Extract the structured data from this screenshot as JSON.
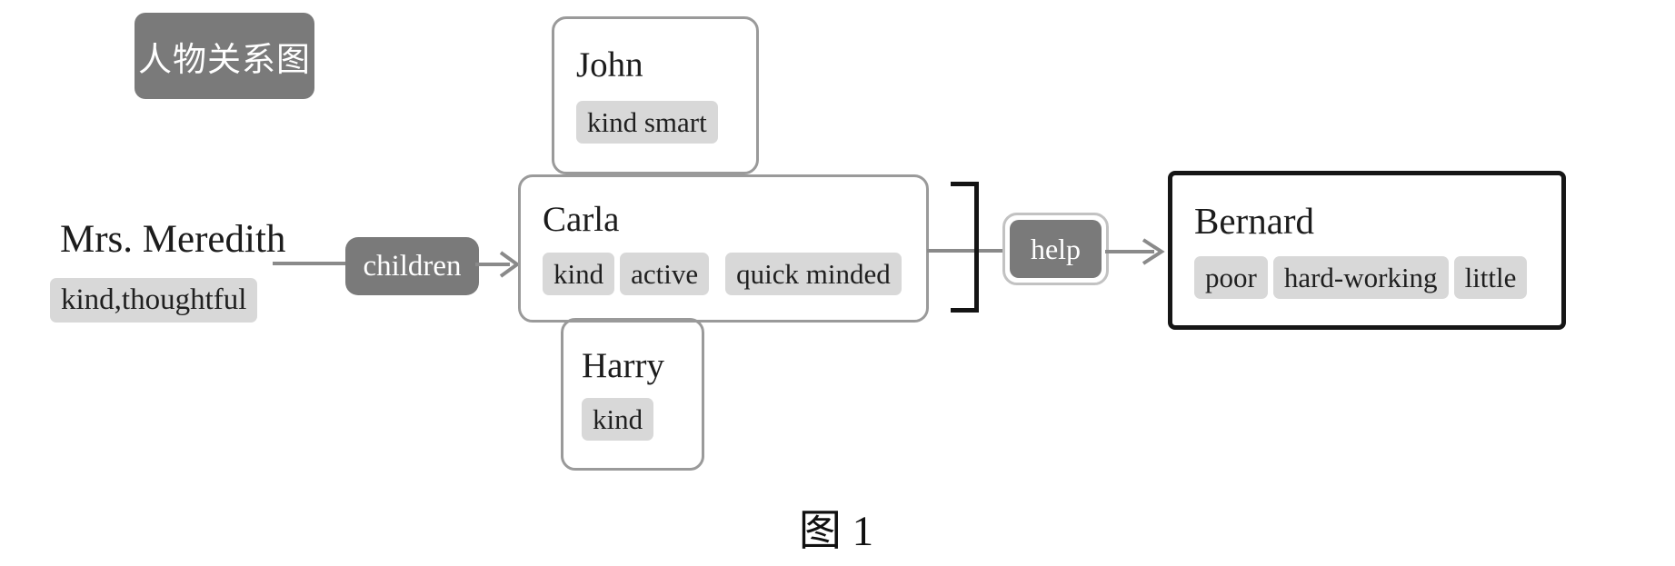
{
  "diagram": {
    "title": "人物关系图",
    "caption": "图 1",
    "meredith": {
      "name": "Mrs. Meredith",
      "tag": "kind,thoughtful"
    },
    "relations": {
      "children": "children",
      "help": "help"
    },
    "john": {
      "name": "John",
      "tags": [
        "kind smart"
      ]
    },
    "carla": {
      "name": "Carla",
      "tags": [
        "kind",
        "active",
        "quick minded"
      ]
    },
    "harry": {
      "name": "Harry",
      "tags": [
        "kind"
      ]
    },
    "bernard": {
      "name": "Bernard",
      "tags": [
        "poor",
        "hard-working",
        "little"
      ]
    },
    "colors": {
      "badge_bg": "#7a7a7a",
      "tag_bg": "#d8d8d8",
      "node_border": "#9a9a9a",
      "strong_border": "#161616",
      "connector": "#8a8a8a"
    }
  }
}
